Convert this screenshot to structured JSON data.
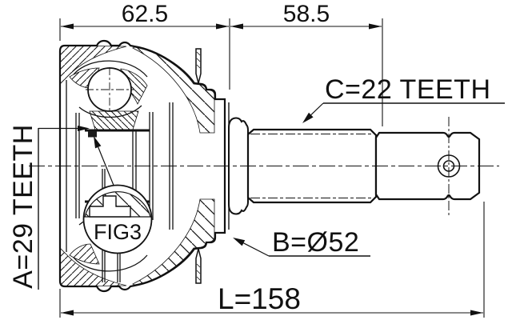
{
  "drawing": {
    "dimensions": {
      "housing_length": "62.5",
      "shaft_section_length": "58.5",
      "total_length": "L=158"
    },
    "labels": {
      "outer_spline_teeth": "C=22 TEETH",
      "inner_spline_teeth": "A=29 TEETH",
      "outer_diameter": "B=Ø52",
      "figure_callout": "FIG3"
    },
    "colors": {
      "line": "#111111",
      "background": "#ffffff"
    }
  }
}
